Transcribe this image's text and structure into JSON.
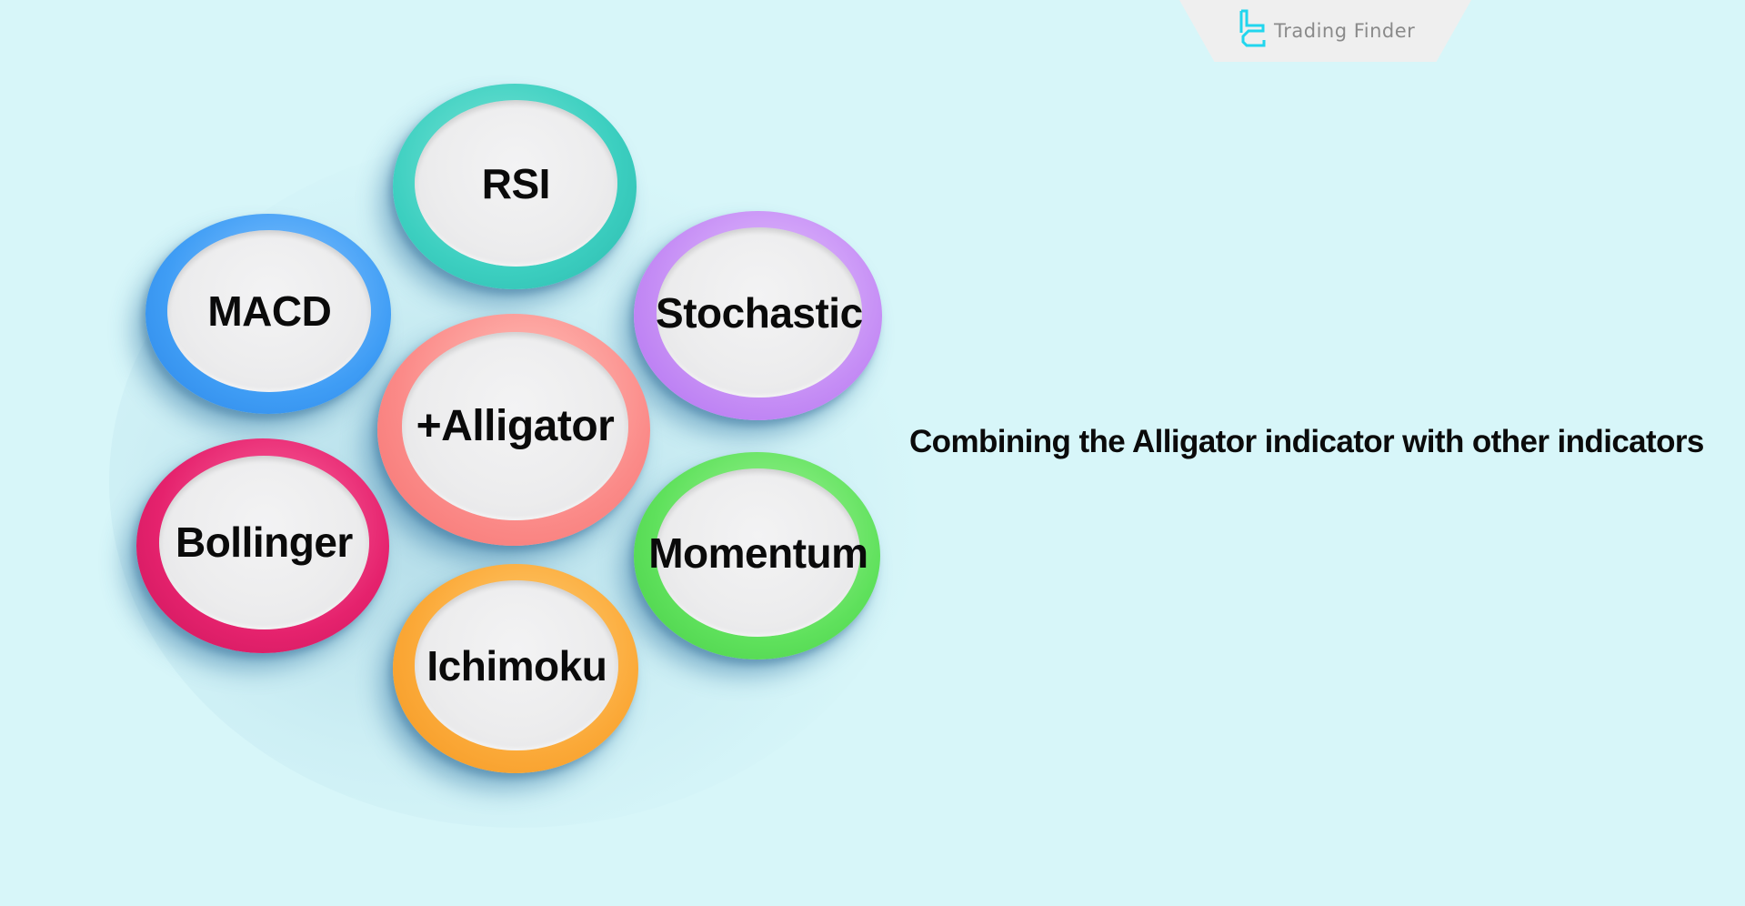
{
  "brand": {
    "logo_icon": "trading-finder-logo-icon",
    "name": "Trading Finder",
    "accent_color": "#21d6ee",
    "tab_color": "#efefef"
  },
  "background_color": "#d7f6f9",
  "caption": "Combining the Alligator indicator with other indicators",
  "discs": {
    "rsi": {
      "label": "RSI",
      "ring_color": "#3ccfc0"
    },
    "macd": {
      "label": "MACD",
      "ring_color": "#3f9df5"
    },
    "stochastic": {
      "label": "Stochastic",
      "ring_color": "#c58df5"
    },
    "alligator": {
      "label": "+Alligator",
      "ring_color": "#fb8a88"
    },
    "bollinger": {
      "label": "Bollinger",
      "ring_color": "#e5226d"
    },
    "momentum": {
      "label": "Momentum",
      "ring_color": "#5fe15c"
    },
    "ichimoku": {
      "label": "Ichimoku",
      "ring_color": "#fba938"
    }
  }
}
